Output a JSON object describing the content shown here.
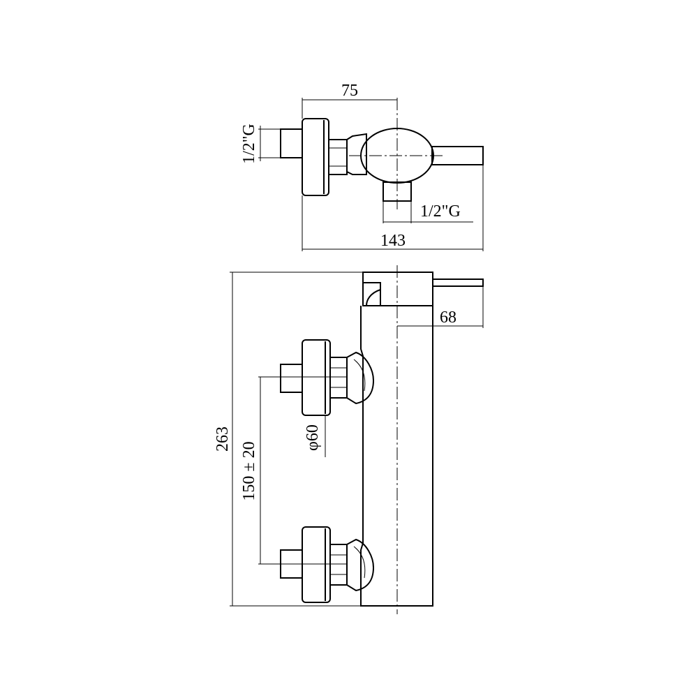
{
  "top_view": {
    "dim_width": "75",
    "dim_inlet_thread": "1/2\"G",
    "dim_outlet_thread": "1/2\"G",
    "dim_total_length": "143"
  },
  "side_view": {
    "dim_height": "263",
    "dim_lever_depth": "68",
    "dim_flange_diameter": "φ60",
    "dim_inlet_spacing": "150 ± 20"
  }
}
